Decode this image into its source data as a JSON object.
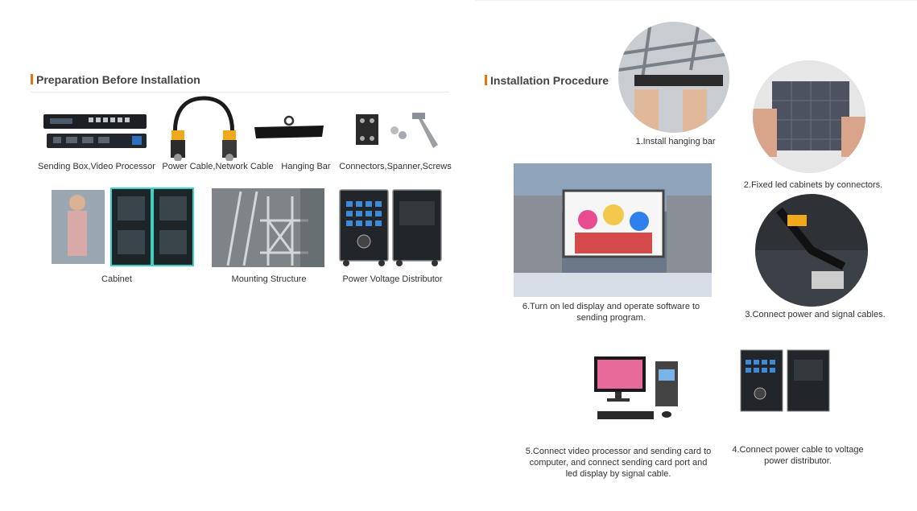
{
  "preparation": {
    "title": "Preparation Before Installation",
    "items": [
      {
        "label": "Sending Box,Video Processor"
      },
      {
        "label": "Power Cable,Network Cable"
      },
      {
        "label": "Hanging Bar"
      },
      {
        "label": "Connectors,Spanner,Screws"
      },
      {
        "label": "Cabinet"
      },
      {
        "label": "Mounting Structure"
      },
      {
        "label": "Power Voltage Distributor"
      }
    ]
  },
  "procedure": {
    "title": "Installation Procedure",
    "steps": [
      {
        "label": "1.Install hanging bar"
      },
      {
        "label": "2.Fixed led cabinets by connectors."
      },
      {
        "label": "3.Connect power and signal cables."
      },
      {
        "label": "4.Connect power cable to voltage power distributor."
      },
      {
        "label": "5.Connect video processor and sending card to computer, and connect sending card port and led display by signal cable."
      },
      {
        "label": "6.Turn on led display and operate software to sending program."
      }
    ]
  },
  "colors": {
    "accent": "#e8720c"
  }
}
